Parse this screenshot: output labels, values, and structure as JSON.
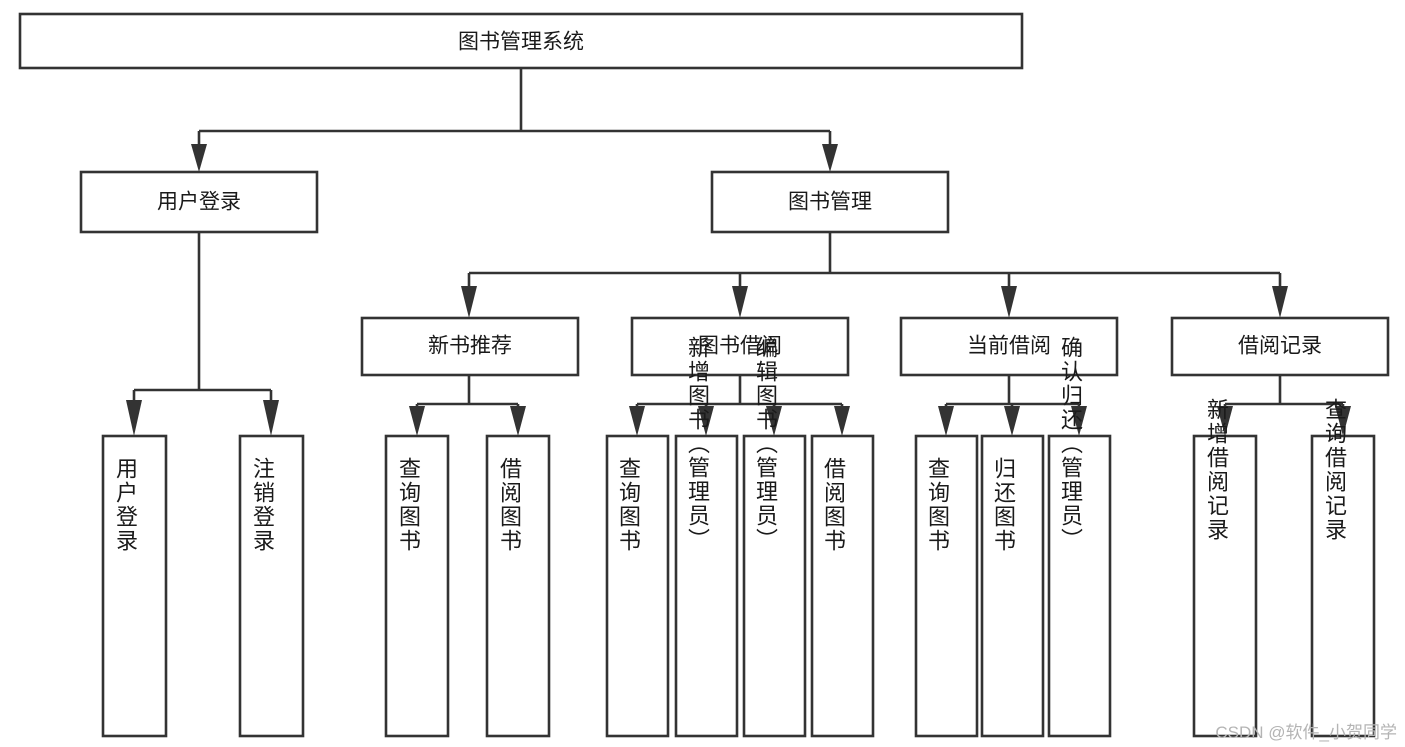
{
  "diagram": {
    "type": "tree-hierarchy-chart",
    "title": "图书管理系统",
    "watermark": "CSDN @软件_小贺同学",
    "colors": {
      "stroke": "#333333",
      "fill": "#ffffff",
      "text": "#1a1a1a",
      "watermark": "#b4b4b4"
    },
    "levels": {
      "level1": [
        {
          "id": "root",
          "label": "图书管理系统"
        }
      ],
      "level2": [
        {
          "id": "user-login",
          "label": "用户登录",
          "parent": "root"
        },
        {
          "id": "book-manage",
          "label": "图书管理",
          "parent": "root"
        }
      ],
      "level3": [
        {
          "id": "new-book-rec",
          "label": "新书推荐",
          "parent": "book-manage"
        },
        {
          "id": "book-borrow",
          "label": "图书借阅",
          "parent": "book-manage"
        },
        {
          "id": "current-borrow",
          "label": "当前借阅",
          "parent": "book-manage"
        },
        {
          "id": "borrow-record",
          "label": "借阅记录",
          "parent": "book-manage"
        }
      ],
      "leaves": [
        {
          "id": "leaf-user-login",
          "label": "用户登录",
          "parent": "user-login"
        },
        {
          "id": "leaf-logout",
          "label": "注销登录",
          "parent": "user-login"
        },
        {
          "id": "leaf-query-book-1",
          "label": "查询图书",
          "parent": "new-book-rec"
        },
        {
          "id": "leaf-borrow-book-1",
          "label": "借阅图书",
          "parent": "new-book-rec"
        },
        {
          "id": "leaf-query-book-2",
          "label": "查询图书",
          "parent": "book-borrow"
        },
        {
          "id": "leaf-add-book",
          "label": "新增图书（管理员）",
          "parent": "book-borrow"
        },
        {
          "id": "leaf-edit-book",
          "label": "编辑图书（管理员）",
          "parent": "book-borrow"
        },
        {
          "id": "leaf-borrow-book-2",
          "label": "借阅图书",
          "parent": "book-borrow"
        },
        {
          "id": "leaf-query-book-3",
          "label": "查询图书",
          "parent": "current-borrow"
        },
        {
          "id": "leaf-return-book",
          "label": "归还图书",
          "parent": "current-borrow"
        },
        {
          "id": "leaf-confirm-return",
          "label": "确认归还（管理员）",
          "parent": "current-borrow"
        },
        {
          "id": "leaf-add-record",
          "label": "新增借阅记录",
          "parent": "borrow-record"
        },
        {
          "id": "leaf-query-record",
          "label": "查询借阅记录",
          "parent": "borrow-record"
        }
      ]
    }
  }
}
